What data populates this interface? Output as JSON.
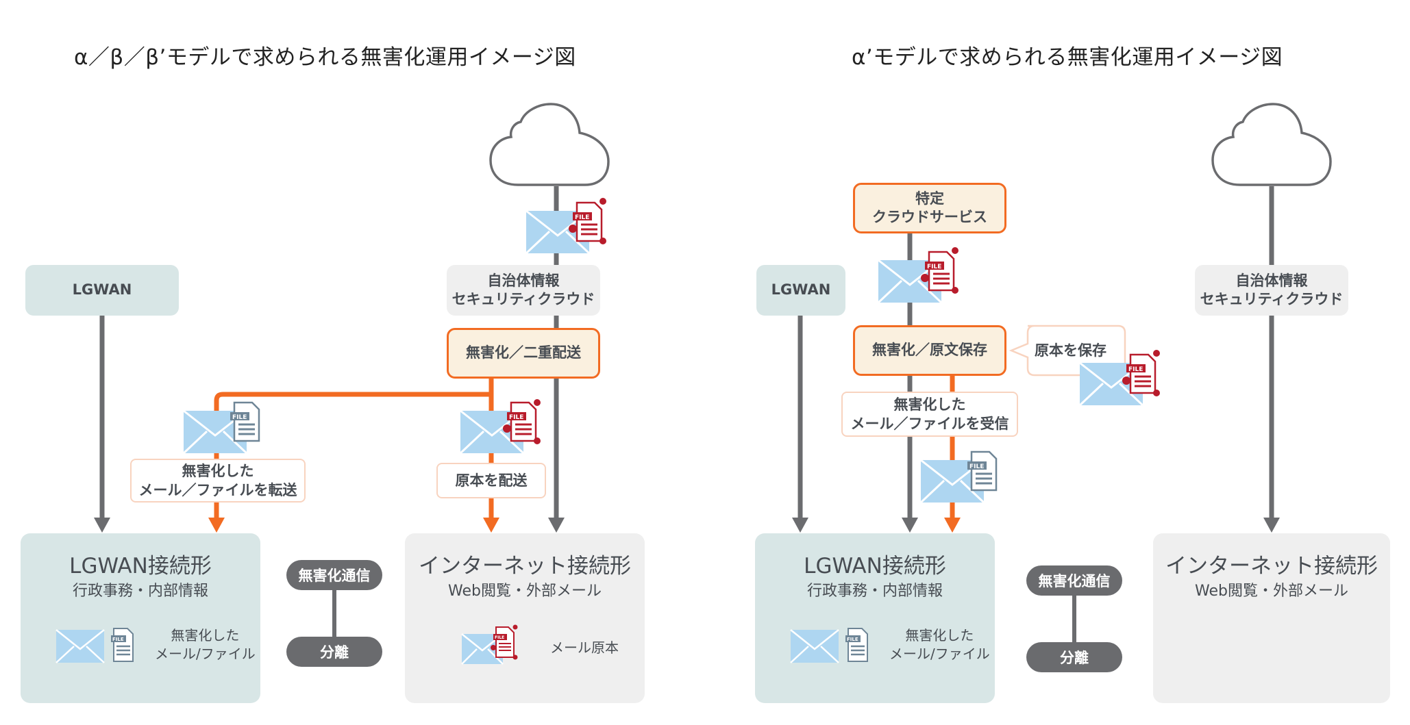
{
  "colors": {
    "orange": "#f26b22",
    "gray_line": "#6b6c6f",
    "lgwan_bg": "#d8e6e6",
    "cloud_bg": "#efefef",
    "orange_fill": "#faf0df",
    "label_border": "#f8d3bf",
    "envelope": "#aed6f1",
    "laptop": "#64a6d9",
    "virus_red": "#b81c2b",
    "clean_file": "#6e8596"
  },
  "left": {
    "title": "α／β／β’モデルで求められる無害化運用イメージ図",
    "lgwan_node": "LGWAN",
    "cloud_icon": "internet-cloud",
    "security_cloud_node": [
      "自治体情報",
      "セキュリティクラウド"
    ],
    "sanitize_node": "無害化／二重配送",
    "forward_label": [
      "無害化した",
      "メール／ファイルを転送"
    ],
    "original_label": "原本を配送",
    "lgwan_zone": {
      "title": "LGWAN接続形",
      "subtitle": "行政事務・内部情報",
      "note": [
        "無害化した",
        "メール/ファイル"
      ]
    },
    "separation": {
      "top": "無害化通信",
      "bottom": "分離"
    },
    "internet_zone": {
      "title": "インターネット接続形",
      "subtitle": "Web閲覧・外部メール",
      "note": "メール原本"
    }
  },
  "right": {
    "title": "α’モデルで求められる無害化運用イメージ図",
    "lgwan_node": "LGWAN",
    "specific_cloud_node": [
      "特定",
      "クラウドサービス"
    ],
    "sanitize_node": "無害化／原文保存",
    "save_original_callout": "原本を保存",
    "receive_label": [
      "無害化した",
      "メール／ファイルを受信"
    ],
    "security_cloud_node": [
      "自治体情報",
      "セキュリティクラウド"
    ],
    "lgwan_zone": {
      "title": "LGWAN接続形",
      "subtitle": "行政事務・内部情報",
      "note": [
        "無害化した",
        "メール/ファイル"
      ]
    },
    "separation": {
      "top": "無害化通信",
      "bottom": "分離"
    },
    "internet_zone": {
      "title": "インターネット接続形",
      "subtitle": "Web閲覧・外部メール"
    }
  },
  "file_badge": "FILE"
}
